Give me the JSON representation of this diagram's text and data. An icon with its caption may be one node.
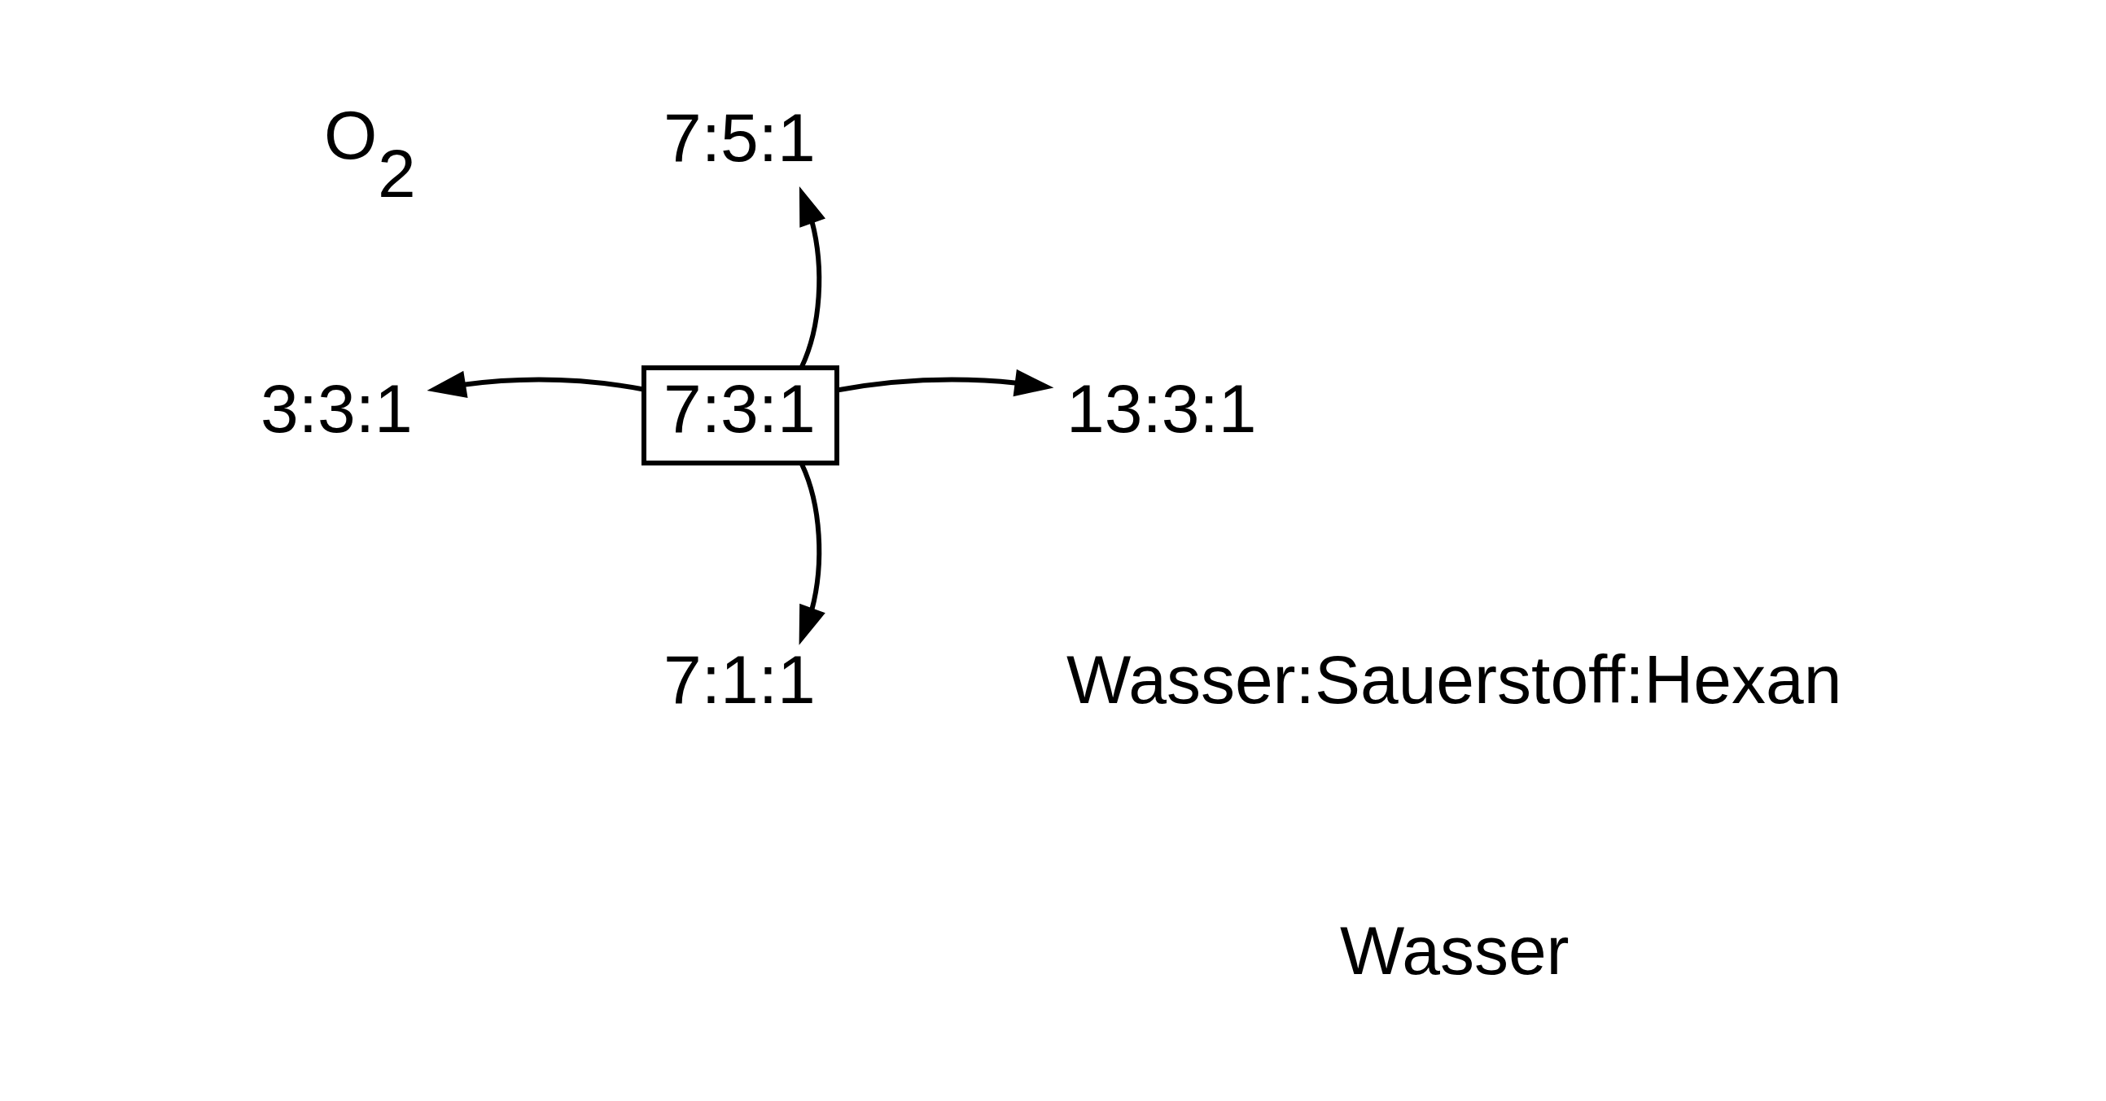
{
  "diagram": {
    "nodes": [
      {
        "text": [
          "7:3:1"
        ]
      },
      {
        "text": [
          "7:5:1"
        ]
      },
      {
        "text": [
          "3:3:1"
        ]
      },
      {
        "text": [
          "13:3:1"
        ]
      },
      {
        "text": [
          "7:1:1"
        ]
      }
    ],
    "edges": [
      {
        "from": 0,
        "to": 1,
        "arrow": "to"
      },
      {
        "from": 0,
        "to": 2,
        "arrow": "to"
      },
      {
        "from": 0,
        "to": 3,
        "arrow": "to"
      },
      {
        "from": 0,
        "to": 4,
        "arrow": "to"
      }
    ],
    "labels": [
      "O$_{2}$",
      "Wasser:Sauerstoff:Hexan",
      "Wasser"
    ]
  }
}
